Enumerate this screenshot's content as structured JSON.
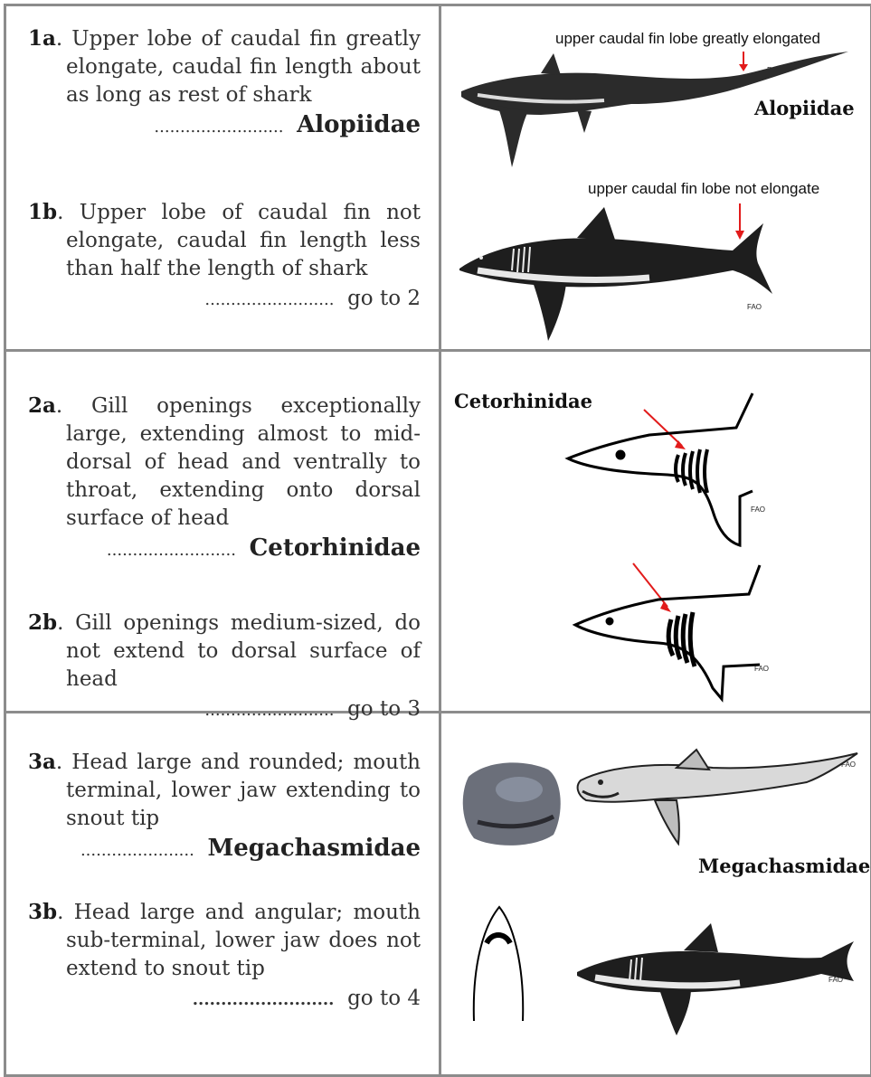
{
  "rows": [
    {
      "a": {
        "num": "1a",
        "text": ". Upper lobe of caudal fin greatly elongate, caudal fin length about as long as rest of shark",
        "dots": ".........................",
        "result": "Alopiidae"
      },
      "b": {
        "num": "1b",
        "text": ". Upper lobe of caudal fin not elongate, caudal fin length less than half the length of shark",
        "dots": ".........................",
        "result": "go to 2"
      },
      "figure": {
        "caption_top": "upper caudal fin lobe greatly elongated",
        "label": "Alopiidae",
        "caption_bottom": "upper caudal fin lobe not elongate",
        "fao1": "FAO",
        "fao2": "FAO"
      }
    },
    {
      "a": {
        "num": "2a",
        "text": ". Gill openings exceptionally large, extending almost to mid-dorsal of head and ventrally to throat, extending onto dorsal surface of head",
        "dots": ".........................",
        "result": "Cetorhinidae"
      },
      "b": {
        "num": "2b",
        "text": ". Gill openings medium-sized, do not extend to dorsal surface of head",
        "dots": ".........................",
        "result": "go to 3"
      },
      "figure": {
        "label": "Cetorhinidae",
        "fao1": "FAO",
        "fao2": "FAO"
      }
    },
    {
      "a": {
        "num": "3a",
        "text": ". Head large and rounded; mouth terminal, lower jaw extending to snout tip",
        "dots": "......................",
        "result": "Megachasmidae"
      },
      "b": {
        "num": "3b",
        "text": ". Head large and angular; mouth sub-terminal, lower jaw does not extend to snout tip",
        "dots": ".........................",
        "result": "go to 4"
      },
      "figure": {
        "label": "Megachasmidae",
        "fao1": "FAO",
        "fao2": "FAO"
      }
    }
  ]
}
